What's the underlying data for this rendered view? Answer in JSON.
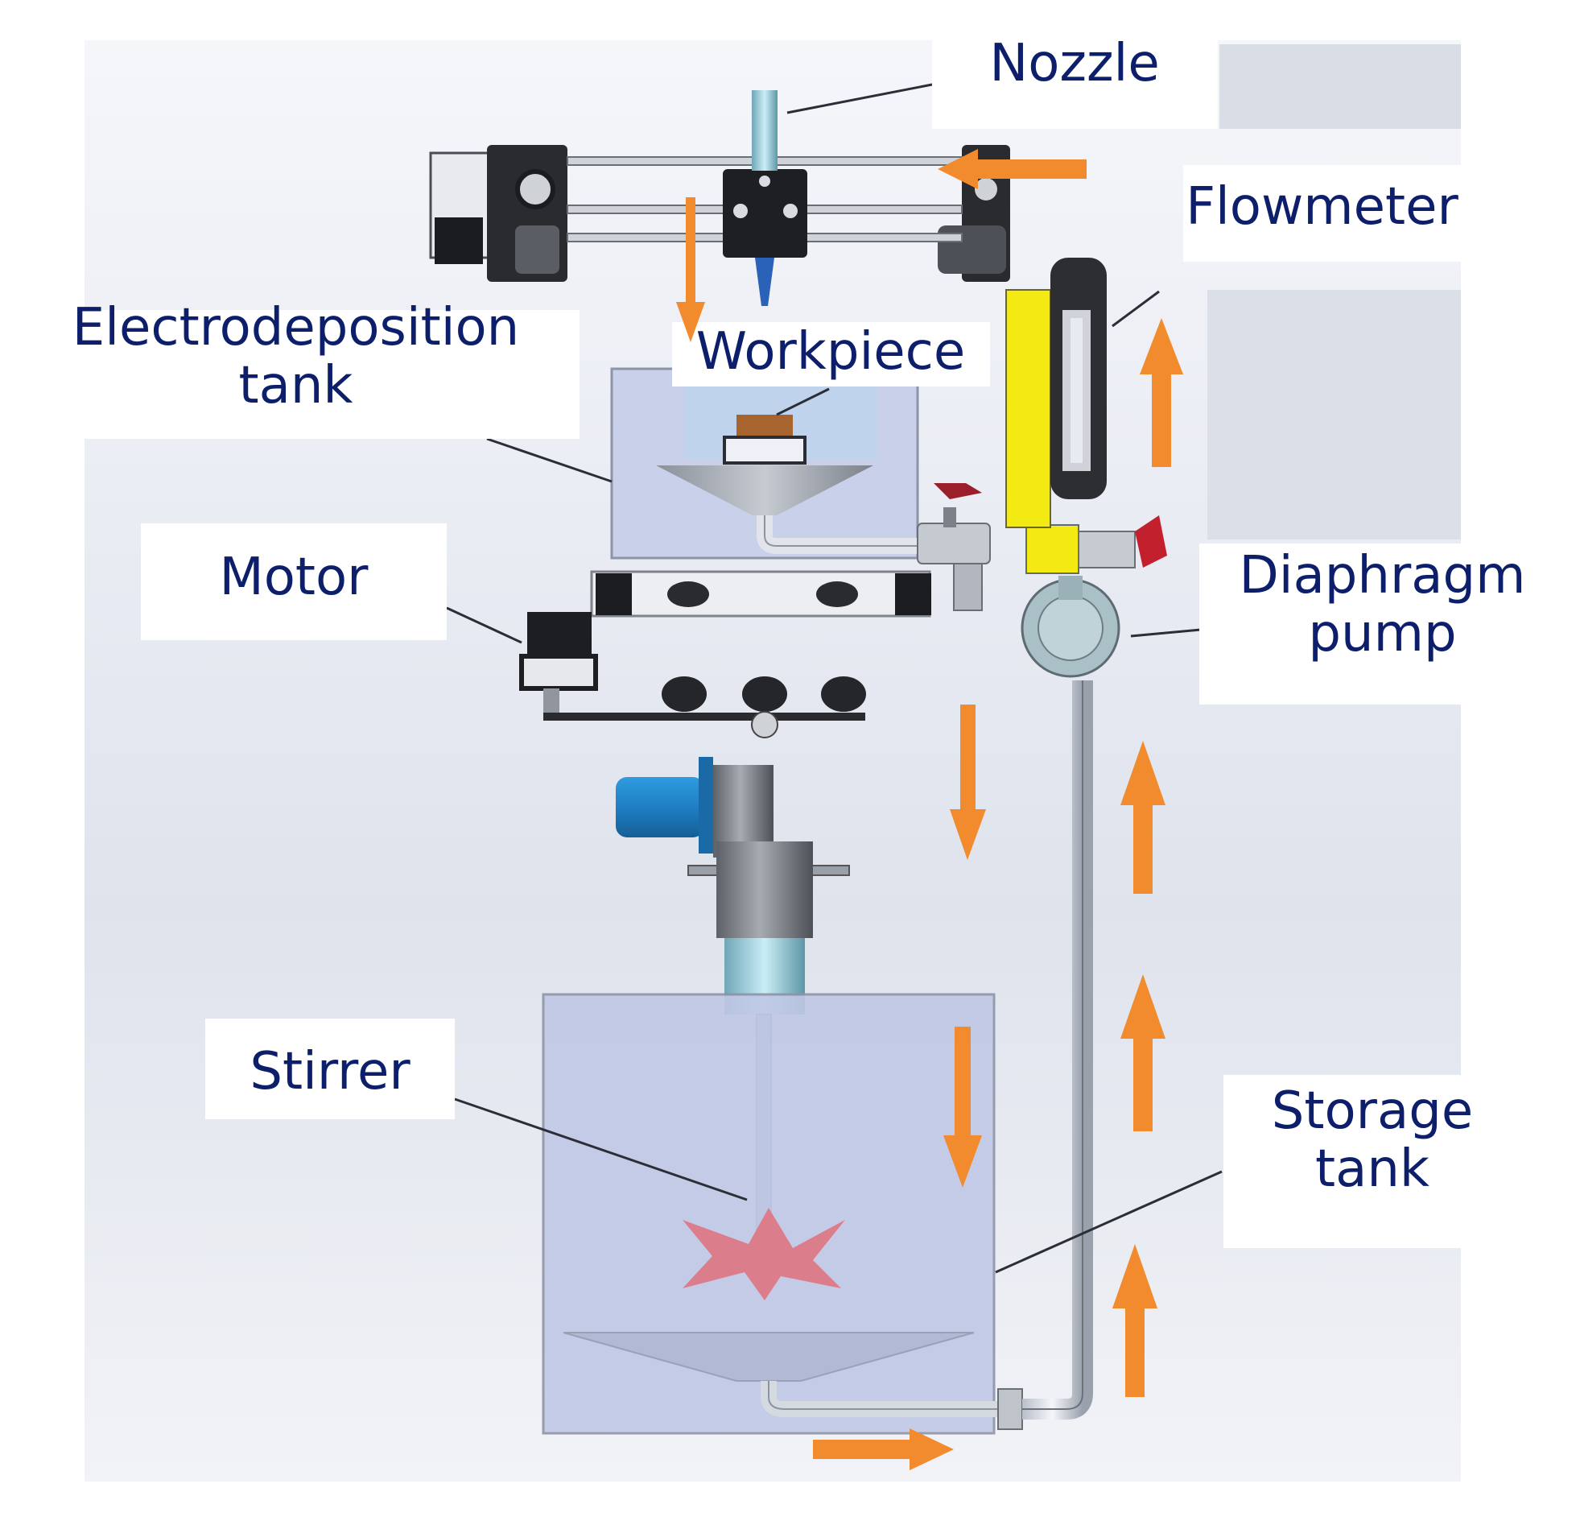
{
  "diagram": {
    "label_color": "#0d1f6b",
    "arrow_color": "#f28a2e",
    "tank_fill": "#c7cfe8",
    "flowmeter_color": "#f2ea12",
    "motor_color": "#1e88d0",
    "impeller_color": "#e0707a",
    "labels": {
      "nozzle": "Nozzle",
      "flowmeter": "Flowmeter",
      "electrodeposition_tank": {
        "line1": "Electrodeposition",
        "line2": "tank"
      },
      "workpiece": "Workpiece",
      "motor": "Motor",
      "diaphragm_pump": {
        "line1": "Diaphragm",
        "line2": "pump"
      },
      "stirrer": "Stirrer",
      "storage_tank": {
        "line1": "Storage",
        "line2": "tank"
      }
    }
  }
}
